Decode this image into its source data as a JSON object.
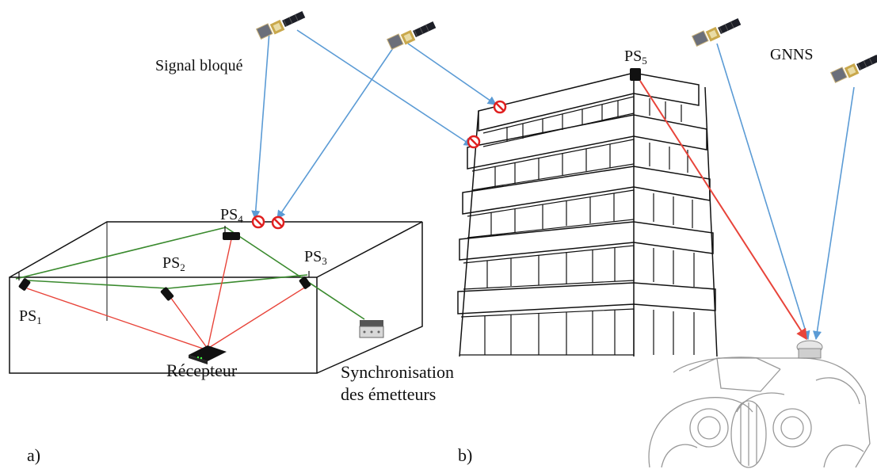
{
  "labels": {
    "signal_bloque": "Signal bloqué",
    "gnns": "GNNS",
    "ps1": "PS",
    "ps1_sub": "1",
    "ps2": "PS",
    "ps2_sub": "2",
    "ps3": "PS",
    "ps3_sub": "3",
    "ps4": "PS",
    "ps4_sub": "4",
    "ps5": "PS",
    "ps5_sub": "5",
    "recepteur": "Récepteur",
    "sync_line1": "Synchronisation",
    "sync_line2": "des émetteurs",
    "panel_a": "a)",
    "panel_b": "b)"
  },
  "colors": {
    "gnss_signal": "#5b9bd5",
    "pseudolite_signal": "#e8443a",
    "sync_link": "#3a8a2e",
    "block_marker": "#e02020",
    "outline": "#111111"
  },
  "icons": [
    "satellite-icon",
    "pseudolite-icon",
    "receiver-icon",
    "sync-unit-icon",
    "blocked-signal-icon",
    "building-icon",
    "car-icon",
    "antenna-icon"
  ]
}
